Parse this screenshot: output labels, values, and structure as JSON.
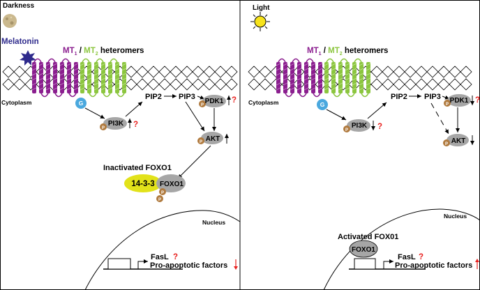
{
  "colors": {
    "purple": "#8b1e8f",
    "green": "#8cc63f",
    "melatonin": "#2e2a8c",
    "g_protein": "#4aa8de",
    "protein_grey": "#a6a6a6",
    "phosphate": "#b07a3e",
    "protein_14_3_3": "#e2e21a",
    "question_red": "#e8211f",
    "down_arrow_red": "#e8211f",
    "sun": "#f7e31b"
  },
  "left": {
    "condition": "Darkness",
    "melatonin": "Melatonin",
    "heteromer": {
      "mt1": "MT",
      "mt1_sub": "1",
      "slash": " / ",
      "mt2": "MT",
      "mt2_sub": "2",
      "suffix": " heteromers"
    },
    "cytoplasm": "Cytoplasm",
    "g": "G",
    "pi3k": "PI3K",
    "pip2": "PIP2",
    "pip3": "PIP3",
    "pdk1": "PDK1",
    "akt": "AKT",
    "p": "P",
    "question": "?",
    "foxo_state": "Inactivated FOXO1",
    "protein_14_3_3": "14-3-3",
    "foxo1": "FOXO1",
    "nucleus": "Nucleus",
    "fasl": "FasL",
    "pro_apoptotic": "Pro-apoptotic factors"
  },
  "right": {
    "condition": "Light",
    "heteromer": {
      "mt1": "MT",
      "mt1_sub": "1",
      "slash": " / ",
      "mt2": "MT",
      "mt2_sub": "2",
      "suffix": " heteromers"
    },
    "cytoplasm": "Cytoplasm",
    "g": "G",
    "pi3k": "PI3K",
    "pip2": "PIP2",
    "pip3": "PIP3",
    "pdk1": "PDK1",
    "akt": "AKT",
    "p": "P",
    "question": "?",
    "foxo_state": "Activated FOX01",
    "foxo1": "FOXO1",
    "nucleus": "Nucleus",
    "fasl": "FasL",
    "pro_apoptotic": "Pro-apoptotic factors"
  }
}
